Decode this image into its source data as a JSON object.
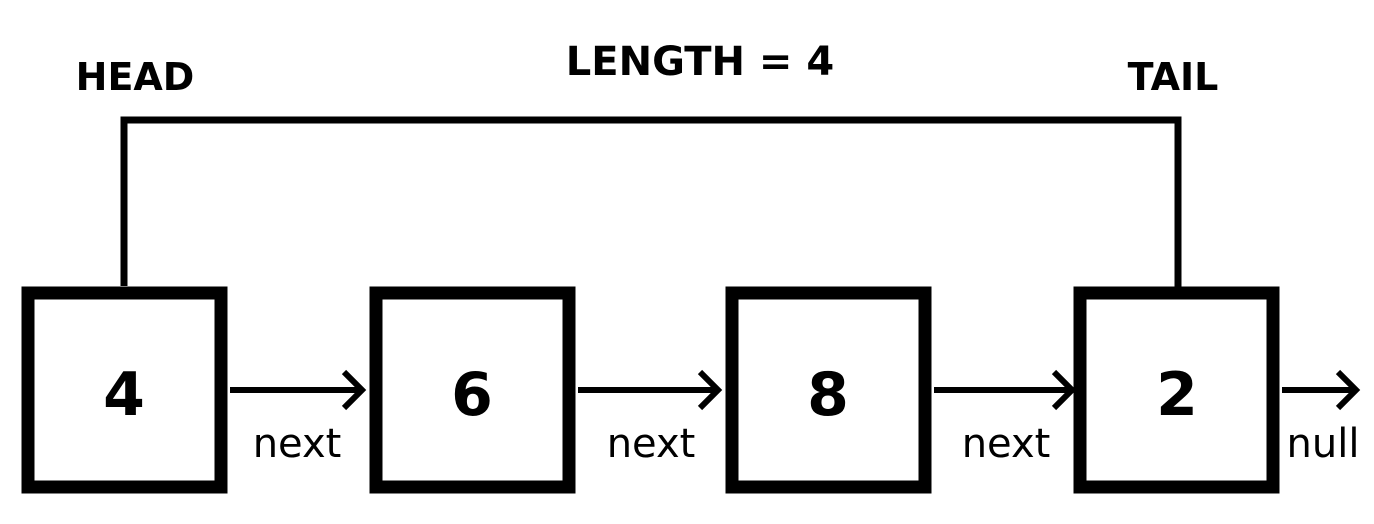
{
  "title": "LENGTH = 4",
  "head_label": "HEAD",
  "tail_label": "TAIL",
  "nodes": [
    {
      "value": "4"
    },
    {
      "value": "6"
    },
    {
      "value": "8"
    },
    {
      "value": "2"
    }
  ],
  "links": [
    {
      "label": "next"
    },
    {
      "label": "next"
    },
    {
      "label": "next"
    },
    {
      "label": "null"
    }
  ],
  "colors": {
    "stroke": "#000000",
    "background": "#ffffff"
  }
}
